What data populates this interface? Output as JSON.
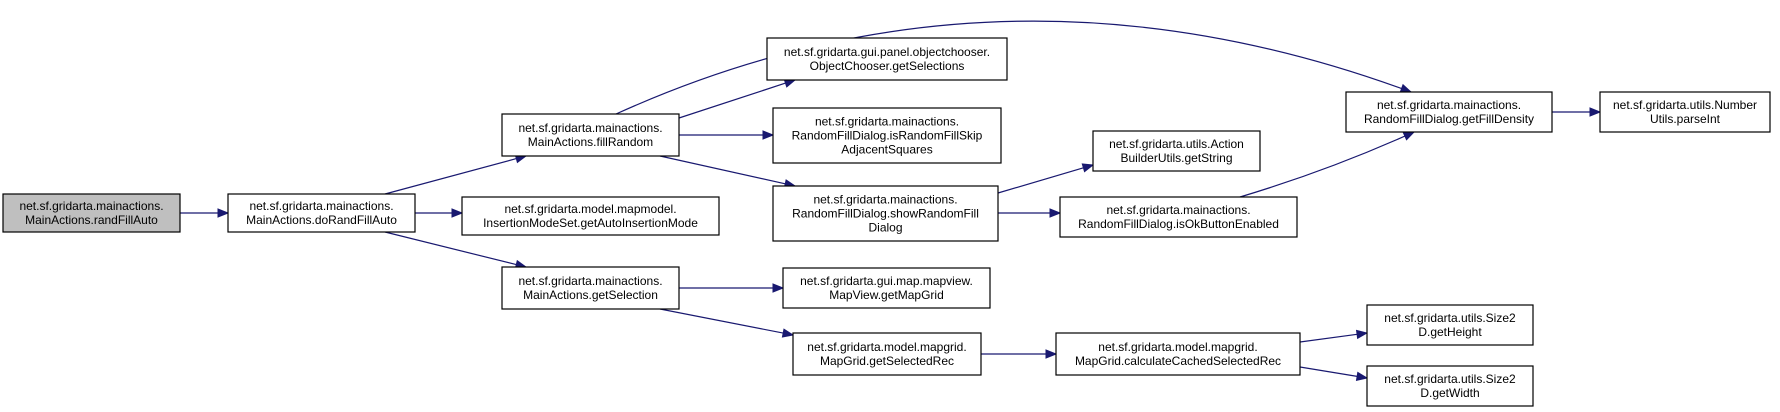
{
  "diagram": {
    "type": "call-graph",
    "nodes": [
      {
        "id": "randFillAuto",
        "lines": [
          "net.sf.gridarta.mainactions.",
          "MainActions.randFillAuto"
        ],
        "highlighted": true
      },
      {
        "id": "doRandFillAuto",
        "lines": [
          "net.sf.gridarta.mainactions.",
          "MainActions.doRandFillAuto"
        ]
      },
      {
        "id": "fillRandom",
        "lines": [
          "net.sf.gridarta.mainactions.",
          "MainActions.fillRandom"
        ]
      },
      {
        "id": "getAutoInsertionMode",
        "lines": [
          "net.sf.gridarta.model.mapmodel.",
          "InsertionModeSet.getAutoInsertionMode"
        ]
      },
      {
        "id": "getSelection",
        "lines": [
          "net.sf.gridarta.mainactions.",
          "MainActions.getSelection"
        ]
      },
      {
        "id": "getSelections",
        "lines": [
          "net.sf.gridarta.gui.panel.objectchooser.",
          "ObjectChooser.getSelections"
        ]
      },
      {
        "id": "isRandomFillSkip",
        "lines": [
          "net.sf.gridarta.mainactions.",
          "RandomFillDialog.isRandomFillSkip",
          "AdjacentSquares"
        ]
      },
      {
        "id": "showRandomFill",
        "lines": [
          "net.sf.gridarta.mainactions.",
          "RandomFillDialog.showRandomFill",
          "Dialog"
        ]
      },
      {
        "id": "getFillDensity",
        "lines": [
          "net.sf.gridarta.mainactions.",
          "RandomFillDialog.getFillDensity"
        ]
      },
      {
        "id": "getMapGrid",
        "lines": [
          "net.sf.gridarta.gui.map.mapview.",
          "MapView.getMapGrid"
        ]
      },
      {
        "id": "getSelectedRec",
        "lines": [
          "net.sf.gridarta.model.mapgrid.",
          "MapGrid.getSelectedRec"
        ]
      },
      {
        "id": "getString",
        "lines": [
          "net.sf.gridarta.utils.Action",
          "BuilderUtils.getString"
        ]
      },
      {
        "id": "isOkButtonEnabled",
        "lines": [
          "net.sf.gridarta.mainactions.",
          "RandomFillDialog.isOkButtonEnabled"
        ]
      },
      {
        "id": "calculateCachedSelectedRec",
        "lines": [
          "net.sf.gridarta.model.mapgrid.",
          "MapGrid.calculateCachedSelectedRec"
        ]
      },
      {
        "id": "parseInt",
        "lines": [
          "net.sf.gridarta.utils.Number",
          "Utils.parseInt"
        ]
      },
      {
        "id": "getHeight",
        "lines": [
          "net.sf.gridarta.utils.Size2",
          "D.getHeight"
        ]
      },
      {
        "id": "getWidth",
        "lines": [
          "net.sf.gridarta.utils.Size2",
          "D.getWidth"
        ]
      }
    ],
    "edges": [
      {
        "from": "randFillAuto",
        "to": "doRandFillAuto"
      },
      {
        "from": "doRandFillAuto",
        "to": "fillRandom"
      },
      {
        "from": "doRandFillAuto",
        "to": "getAutoInsertionMode"
      },
      {
        "from": "doRandFillAuto",
        "to": "getSelection"
      },
      {
        "from": "fillRandom",
        "to": "getSelections"
      },
      {
        "from": "fillRandom",
        "to": "isRandomFillSkip"
      },
      {
        "from": "fillRandom",
        "to": "showRandomFill"
      },
      {
        "from": "fillRandom",
        "to": "getFillDensity"
      },
      {
        "from": "showRandomFill",
        "to": "getString"
      },
      {
        "from": "showRandomFill",
        "to": "isOkButtonEnabled"
      },
      {
        "from": "isOkButtonEnabled",
        "to": "getFillDensity"
      },
      {
        "from": "getFillDensity",
        "to": "parseInt"
      },
      {
        "from": "getSelection",
        "to": "getMapGrid"
      },
      {
        "from": "getSelection",
        "to": "getSelectedRec"
      },
      {
        "from": "getSelectedRec",
        "to": "calculateCachedSelectedRec"
      },
      {
        "from": "calculateCachedSelectedRec",
        "to": "getHeight"
      },
      {
        "from": "calculateCachedSelectedRec",
        "to": "getWidth"
      }
    ],
    "colors": {
      "edge": "#191970",
      "node_border": "#000000",
      "node_fill": "#ffffff",
      "highlight_fill": "#bfbfbf"
    }
  }
}
